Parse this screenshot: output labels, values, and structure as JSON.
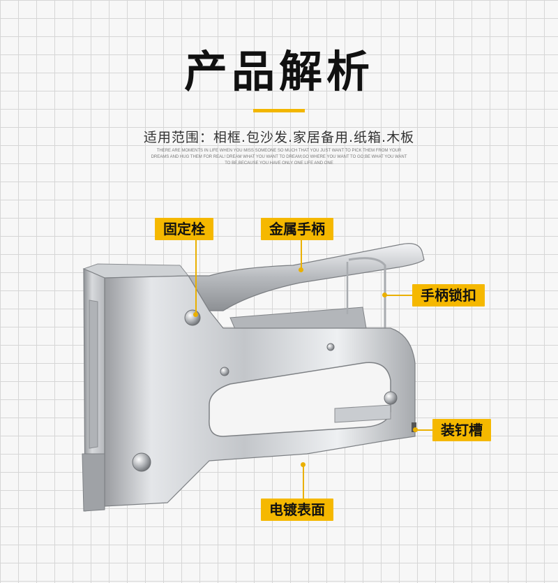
{
  "header": {
    "title": "产品解析",
    "subtitle": "适用范围：相框.包沙发.家居备用.纸箱.木板",
    "small_text": "THERE ARE MOMENTS IN LIFE WHEN YOU MISS SOMEONE SO MUCH THAT YOU JUST WANT TO PICK THEM FROM YOUR DREAMS AND HUG THEM FOR REAL! DREAM WHAT YOU WANT TO DREAM;GO WHERE YOU WANT TO GO;BE WHAT YOU WANT TO BE,BECAUSE YOU HAVE ONLY ONE LIFE AND ONE"
  },
  "labels": {
    "fixing_pin": "固定栓",
    "metal_handle": "金属手柄",
    "handle_lock": "手柄锁扣",
    "staple_slot": "装钉槽",
    "plated_surface": "电镀表面"
  },
  "colors": {
    "accent": "#f5b800",
    "background": "#f7f7f7",
    "grid": "#d6d6d6"
  }
}
